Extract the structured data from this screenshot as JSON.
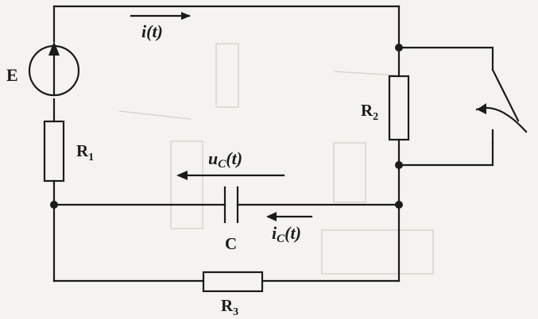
{
  "labels": {
    "source": "E",
    "r1": "R",
    "r1_sub": "1",
    "r2": "R",
    "r2_sub": "2",
    "r3": "R",
    "r3_sub": "3",
    "capacitor": "C",
    "current": "i(t)",
    "cap_voltage_main": "u",
    "cap_voltage_sub": "C",
    "cap_voltage_arg": "(t)",
    "cap_current_main": "i",
    "cap_current_sub": "C",
    "cap_current_arg": "(t)"
  },
  "colors": {
    "ink": "#1b1b1b",
    "paper": "#f4f3ef"
  }
}
